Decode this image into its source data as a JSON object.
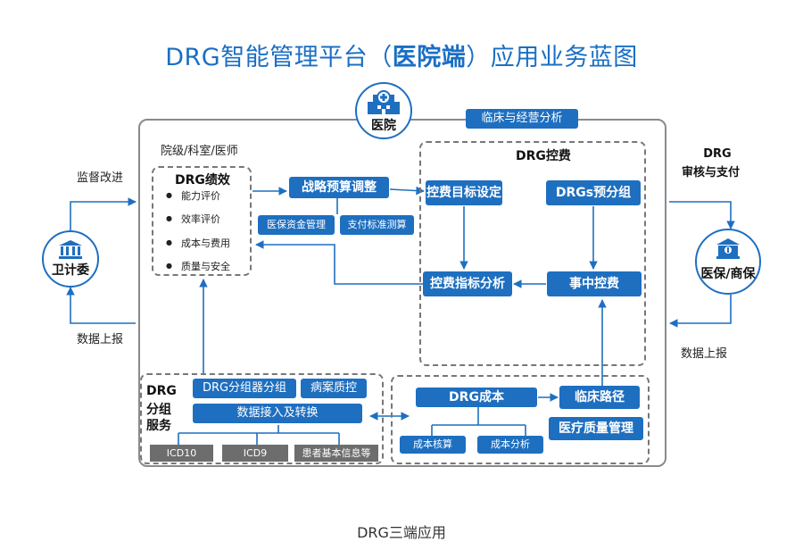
{
  "title": {
    "prefix": "DRG智能管理平台（",
    "bold": "医院端",
    "suffix": "）应用业务蓝图"
  },
  "caption": "DRG三端应用",
  "colors": {
    "accent": "#1e6fc0",
    "gray_box": "#6d6d6d",
    "outline": "#8a8a8a"
  },
  "hospital": {
    "label": "医院",
    "icon": "hospital-icon"
  },
  "clinical_label": "临床与经营分析",
  "levels_label": "院级/科室/医师",
  "left_entity": {
    "label": "卫计委",
    "icon": "government-building-icon",
    "top_text": "监督改进",
    "bottom_text": "数据上报"
  },
  "right_entity": {
    "label": "医保/商保",
    "icon": "insurance-bank-icon",
    "top_text_1": "DRG",
    "top_text_2": "审核与支付",
    "bottom_text": "数据上报"
  },
  "performance": {
    "title": "DRG绩效",
    "items": [
      "能力评价",
      "效率评价",
      "成本与费用",
      "质量与安全"
    ]
  },
  "strategy": {
    "title": "战略预算调整",
    "sub_1": "医保资金管理",
    "sub_2": "支付标准测算"
  },
  "control": {
    "title": "DRG控费",
    "target": "控费目标设定",
    "pregroup": "DRGs预分组",
    "analysis": "控费指标分析",
    "during": "事中控费"
  },
  "grouping": {
    "title_1": "DRG",
    "title_2": "分组",
    "title_3": "服务",
    "grouper": "DRG分组器分组",
    "qc": "病案质控",
    "ingest": "数据接入及转换",
    "sources": [
      "ICD10",
      "ICD9",
      "患者基本信息等"
    ]
  },
  "cost": {
    "title": "DRG成本",
    "accounting": "成本核算",
    "analysis": "成本分析",
    "pathway": "临床路径",
    "quality": "医疗质量管理"
  }
}
